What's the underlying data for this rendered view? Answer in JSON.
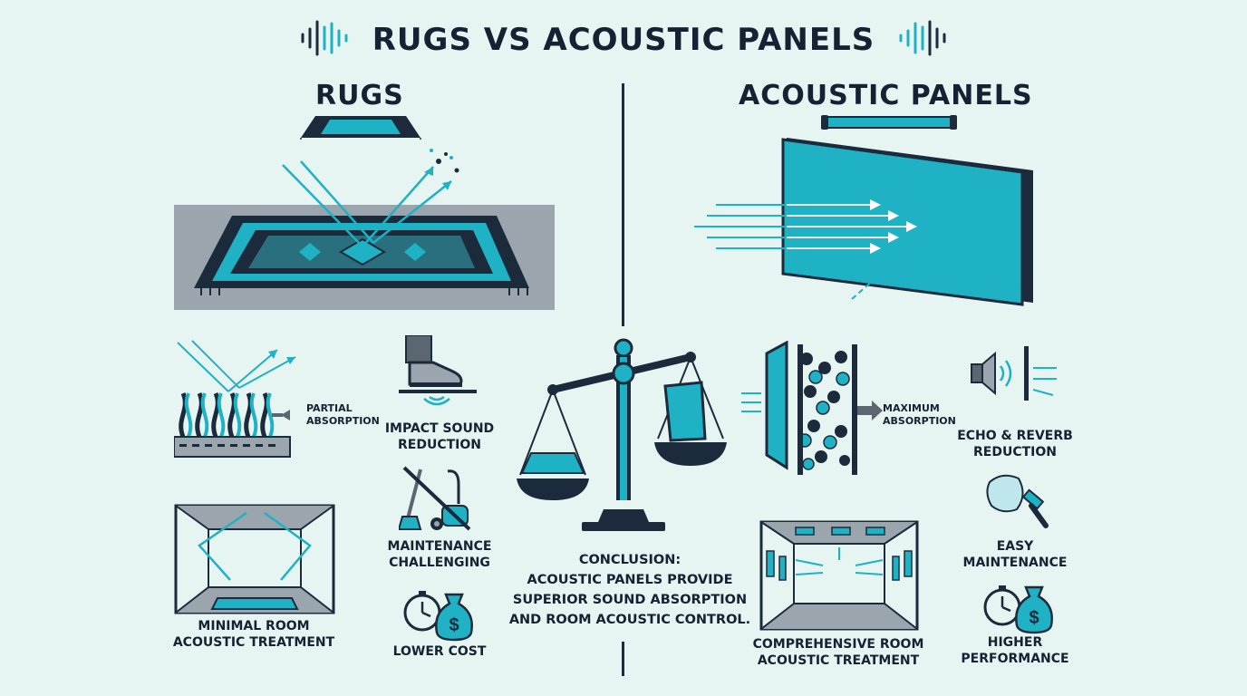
{
  "title": "RUGS VS ACOUSTIC PANELS",
  "colors": {
    "background": "#e6f5f1",
    "accent": "#1fb1c4",
    "dark": "#1b2b3c",
    "grey": "#9aa5ad"
  },
  "left": {
    "heading": "RUGS",
    "labels": {
      "partial_absorption": [
        "PARTIAL",
        "ABSORPTION"
      ],
      "impact_sound": [
        "IMPACT SOUND",
        "REDUCTION"
      ],
      "maintenance": [
        "MAINTENANCE",
        "CHALLENGING"
      ],
      "minimal_room": [
        "MINIMAL ROOM",
        "ACOUSTIC TREATMENT"
      ],
      "lower_cost": [
        "LOWER COST"
      ]
    }
  },
  "right": {
    "heading": "ACOUSTIC PANELS",
    "labels": {
      "maximum_absorption": [
        "MAXIMUM",
        "ABSORPTION"
      ],
      "echo_reverb": [
        "ECHO & REVERB",
        "REDUCTION"
      ],
      "easy_maintenance": [
        "EASY",
        "MAINTENANCE"
      ],
      "comprehensive_room": [
        "COMPREHENSIVE ROOM",
        "ACOUSTIC TREATMENT"
      ],
      "higher_performance": [
        "HIGHER",
        "PERFORMANCE"
      ]
    }
  },
  "conclusion": [
    "CONCLUSION:",
    "ACOUSTIC PANELS PROVIDE",
    "SUPERIOR SOUND ABSORPTION",
    "AND ROOM ACOUSTIC CONTROL."
  ],
  "icons": [
    "sound-wave-icon",
    "rug-icon",
    "panel-icon",
    "balance-scale-icon",
    "foot-icon",
    "no-vacuum-icon",
    "clock-icon",
    "money-bag-icon",
    "speaker-icon",
    "spray-cloth-icon",
    "room-icon"
  ]
}
